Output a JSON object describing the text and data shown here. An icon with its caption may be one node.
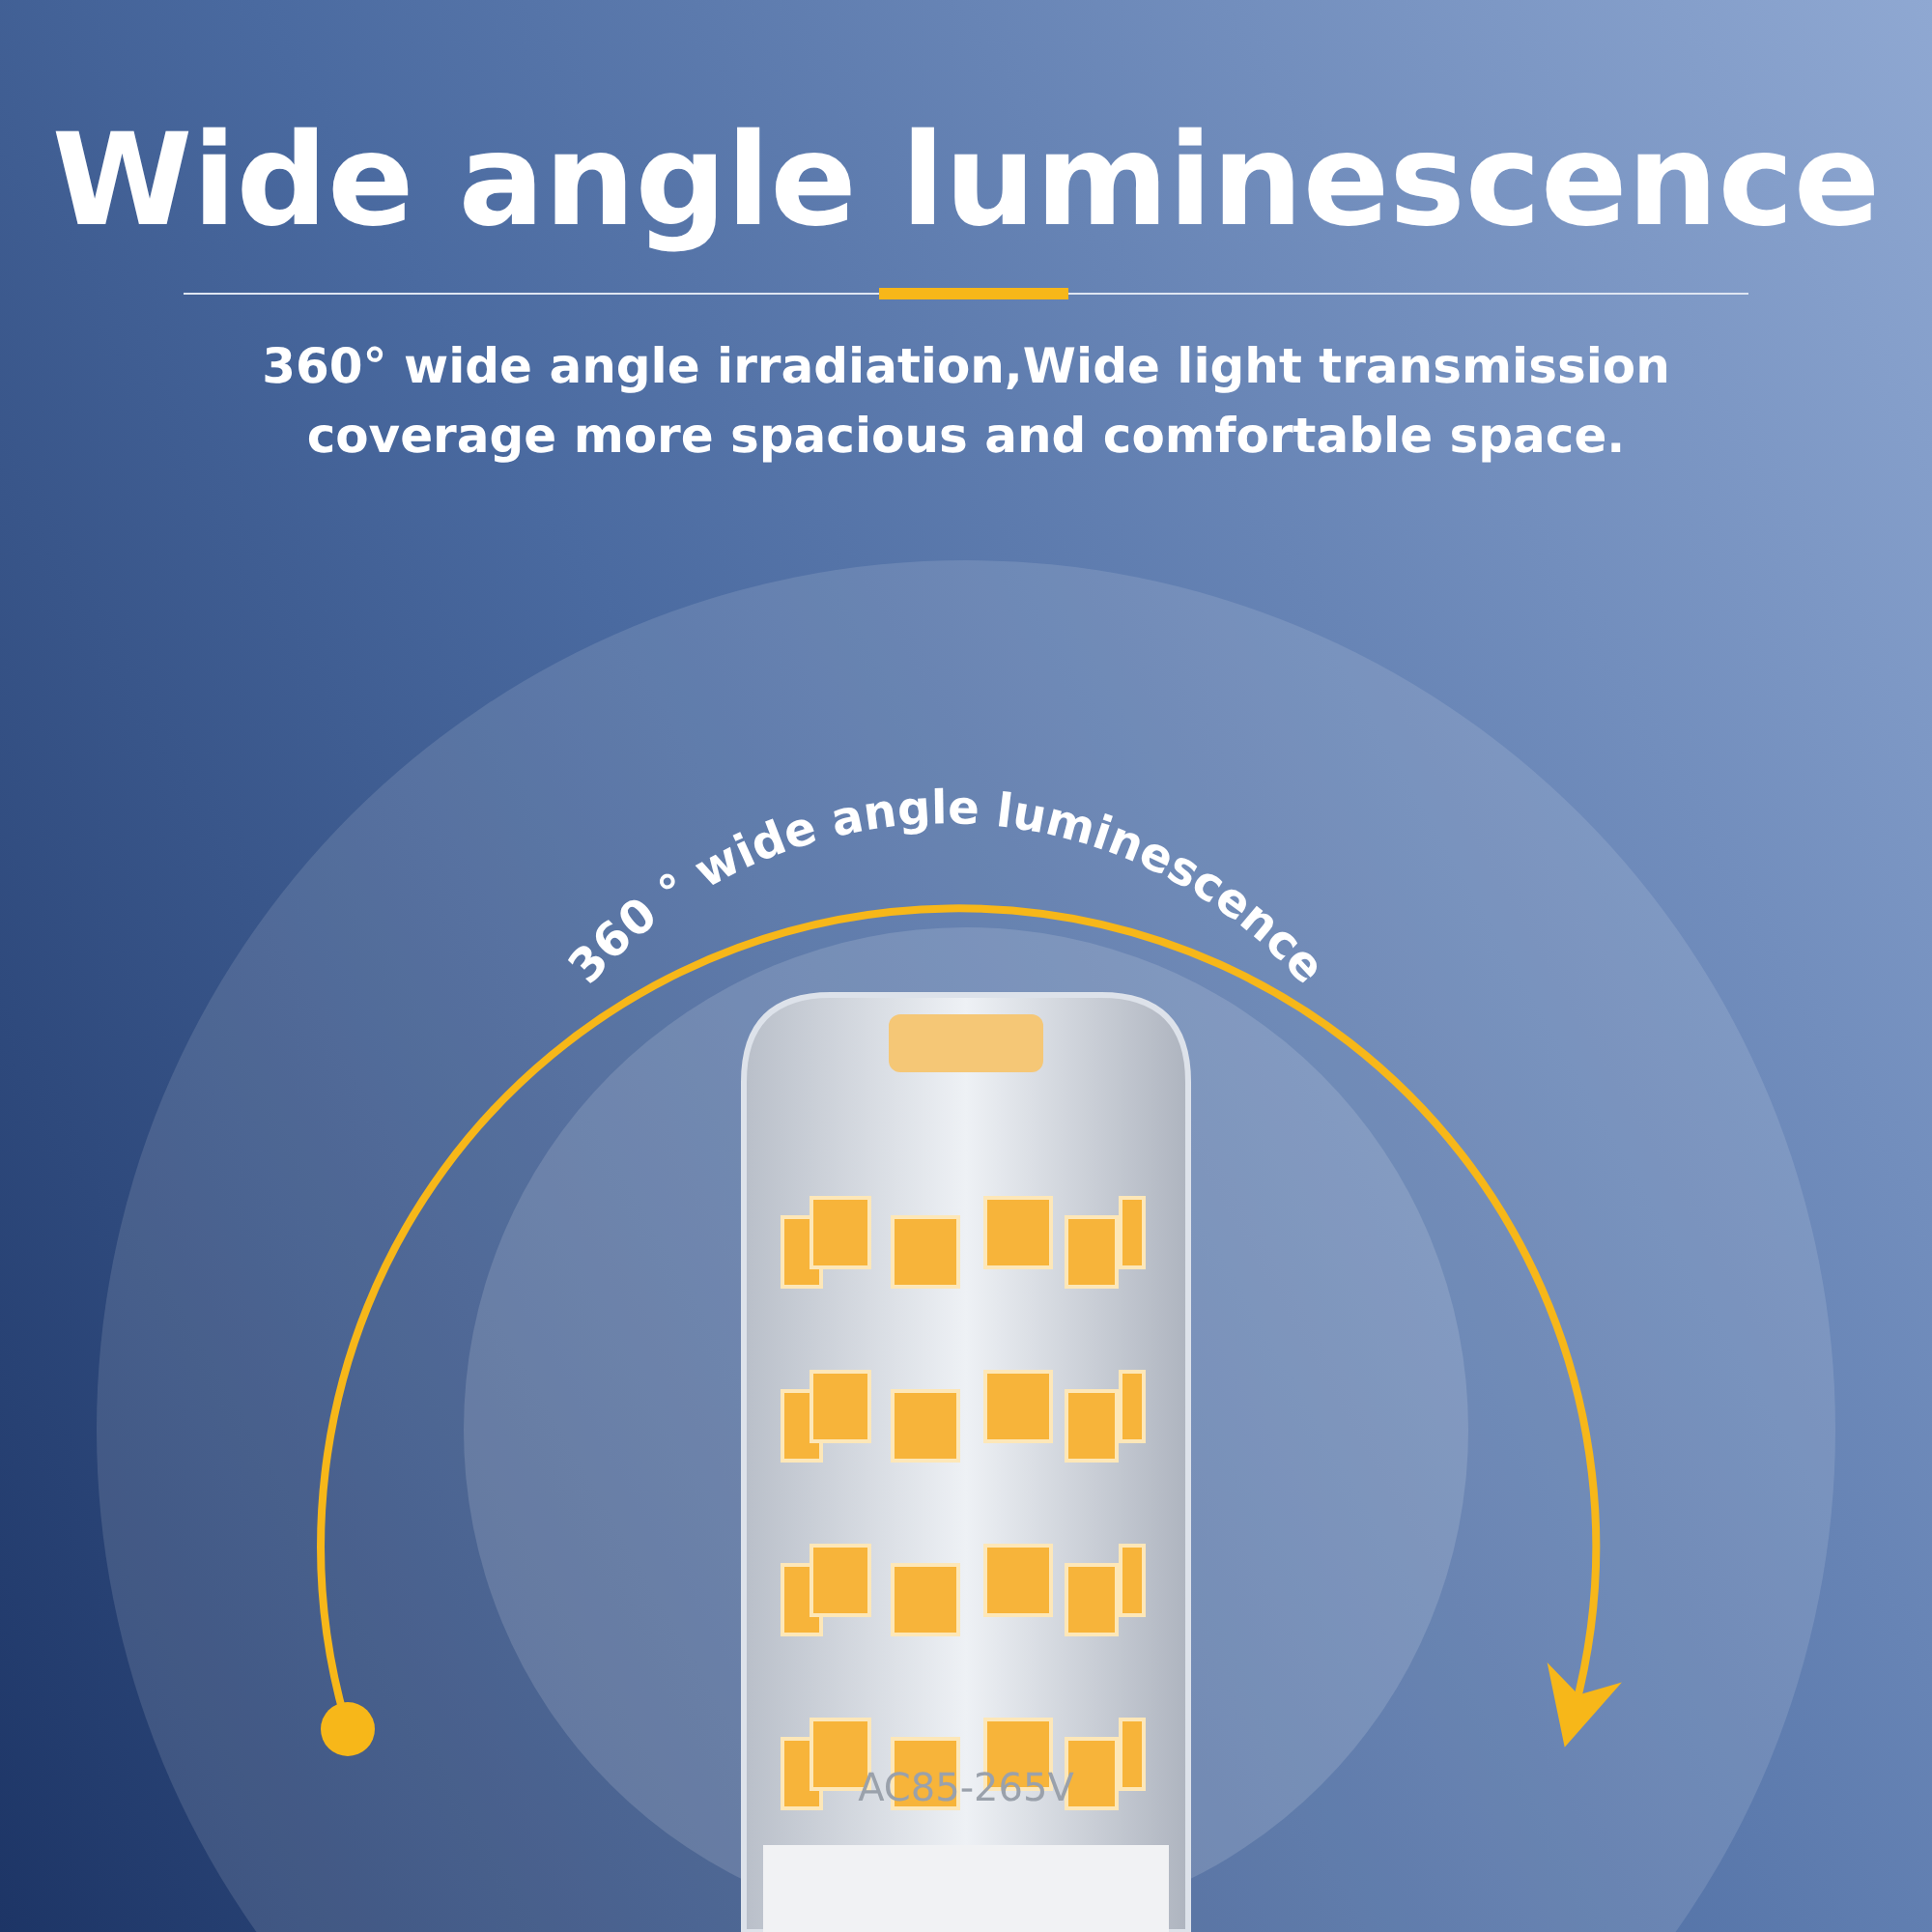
{
  "diagram": {
    "title": "Wide angle luminescence",
    "labels": [
      "360° wide angle irradiation,Wide light transmission coverage more spacious and comfortable space.",
      "360 ° wide angle luminescence",
      "AC85-265V"
    ]
  }
}
